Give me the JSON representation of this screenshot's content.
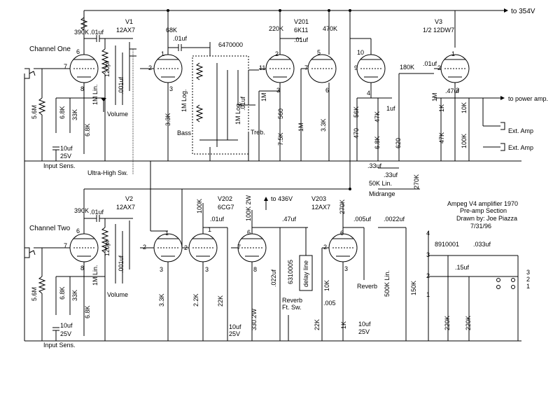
{
  "schematic": {
    "supply_label": "to 354V",
    "supply2_label": "to 436V",
    "output_label": "to power amp.",
    "channel_one": "Channel One",
    "channel_two": "Channel Two",
    "input_sens_1": "Input Sens.",
    "input_sens_2": "Input Sens.",
    "ultra_high": "Ultra-High Sw.",
    "tubes": {
      "v1": [
        "V1",
        "12AX7"
      ],
      "v2": [
        "V2",
        "12AX7"
      ],
      "v201": [
        "V201",
        "6K11"
      ],
      "v202": [
        "V202",
        "6CG7"
      ],
      "v203": [
        "V203",
        "12AX7"
      ],
      "v3": [
        "V3",
        "1/2 12DW7"
      ]
    },
    "part_number_tone": "6470000",
    "part_number_delay": "6310005",
    "part_number_sw": "8910001",
    "delay_line": "delay line",
    "reverb_ft_sw": [
      "Reverb",
      "Ft. Sw."
    ],
    "info": [
      "Ampeg V4 amplifier 1970",
      "Pre-amp Section",
      "Drawn by: Joe Piazza",
      "7/31/96"
    ],
    "controls": {
      "volume1": "Volume",
      "volume2": "Volume",
      "bass": "Bass",
      "treble": "Treb.",
      "midrange": "Midrange",
      "reverb": "Reverb",
      "ext1": "Ext. Amp",
      "ext2": "Ext. Amp"
    },
    "pins": {
      "v1": [
        "6",
        "7",
        "8",
        "1",
        "2",
        "3"
      ],
      "v2": [
        "6",
        "7",
        "8",
        "1",
        "2",
        "3"
      ],
      "v201": [
        "2",
        "11",
        "3",
        "5",
        "7",
        "6"
      ],
      "v202": [
        "1",
        "2",
        "3",
        "6",
        "7",
        "8"
      ],
      "v203": [
        "10",
        "9",
        "4"
      ],
      "v203b": [
        "6",
        "2",
        "3"
      ],
      "v3": [
        "1",
        "2",
        "3"
      ],
      "sw": [
        "4",
        "3",
        "2",
        "1"
      ],
      "switch_out": [
        "3",
        "2",
        "1"
      ]
    },
    "components_ch1": [
      "390K",
      ".01uf",
      "120pf",
      ".001uf",
      "1M Lin.",
      "5.6M",
      "6.8K",
      "33K",
      "6.8K",
      "10uf",
      "25V",
      "68K",
      ".01uf",
      "3.3K",
      "1M Log.",
      "1M Log."
    ],
    "components_ch1b": [
      "220K",
      ".01uf",
      "470K",
      "1M",
      "560",
      "7.5K",
      "1M",
      "3.3K",
      ".01uf"
    ],
    "components_v3": [
      "180K",
      ".01uf",
      "56K",
      "470",
      "47K",
      "6.8K",
      "620",
      "1uf",
      ".33uf",
      ".33uf",
      "50K Lin.",
      "270K",
      "1M",
      "1K",
      "47K",
      ".47uf",
      "10K",
      "100K"
    ],
    "components_ch2": [
      "390K",
      ".01uf",
      "120pf",
      ".001uf",
      "1M Lin.",
      "5.6M",
      "6.8K",
      "33K",
      "6.8K",
      "10uf",
      "25V",
      "3.3K",
      "100K",
      ".01uf",
      "2.2K",
      "22K",
      "10uf",
      "25V",
      "330.2W"
    ],
    "components_ch2b": [
      "100K 2W",
      ".47uf",
      ".022uf",
      "270K",
      ".005uf",
      "10K",
      ".005",
      "22K",
      "1K",
      "10uf",
      "25V",
      ".0022uf",
      "500K Lin.",
      "150K",
      ".033uf",
      ".15uf",
      "220K",
      "220K"
    ]
  }
}
